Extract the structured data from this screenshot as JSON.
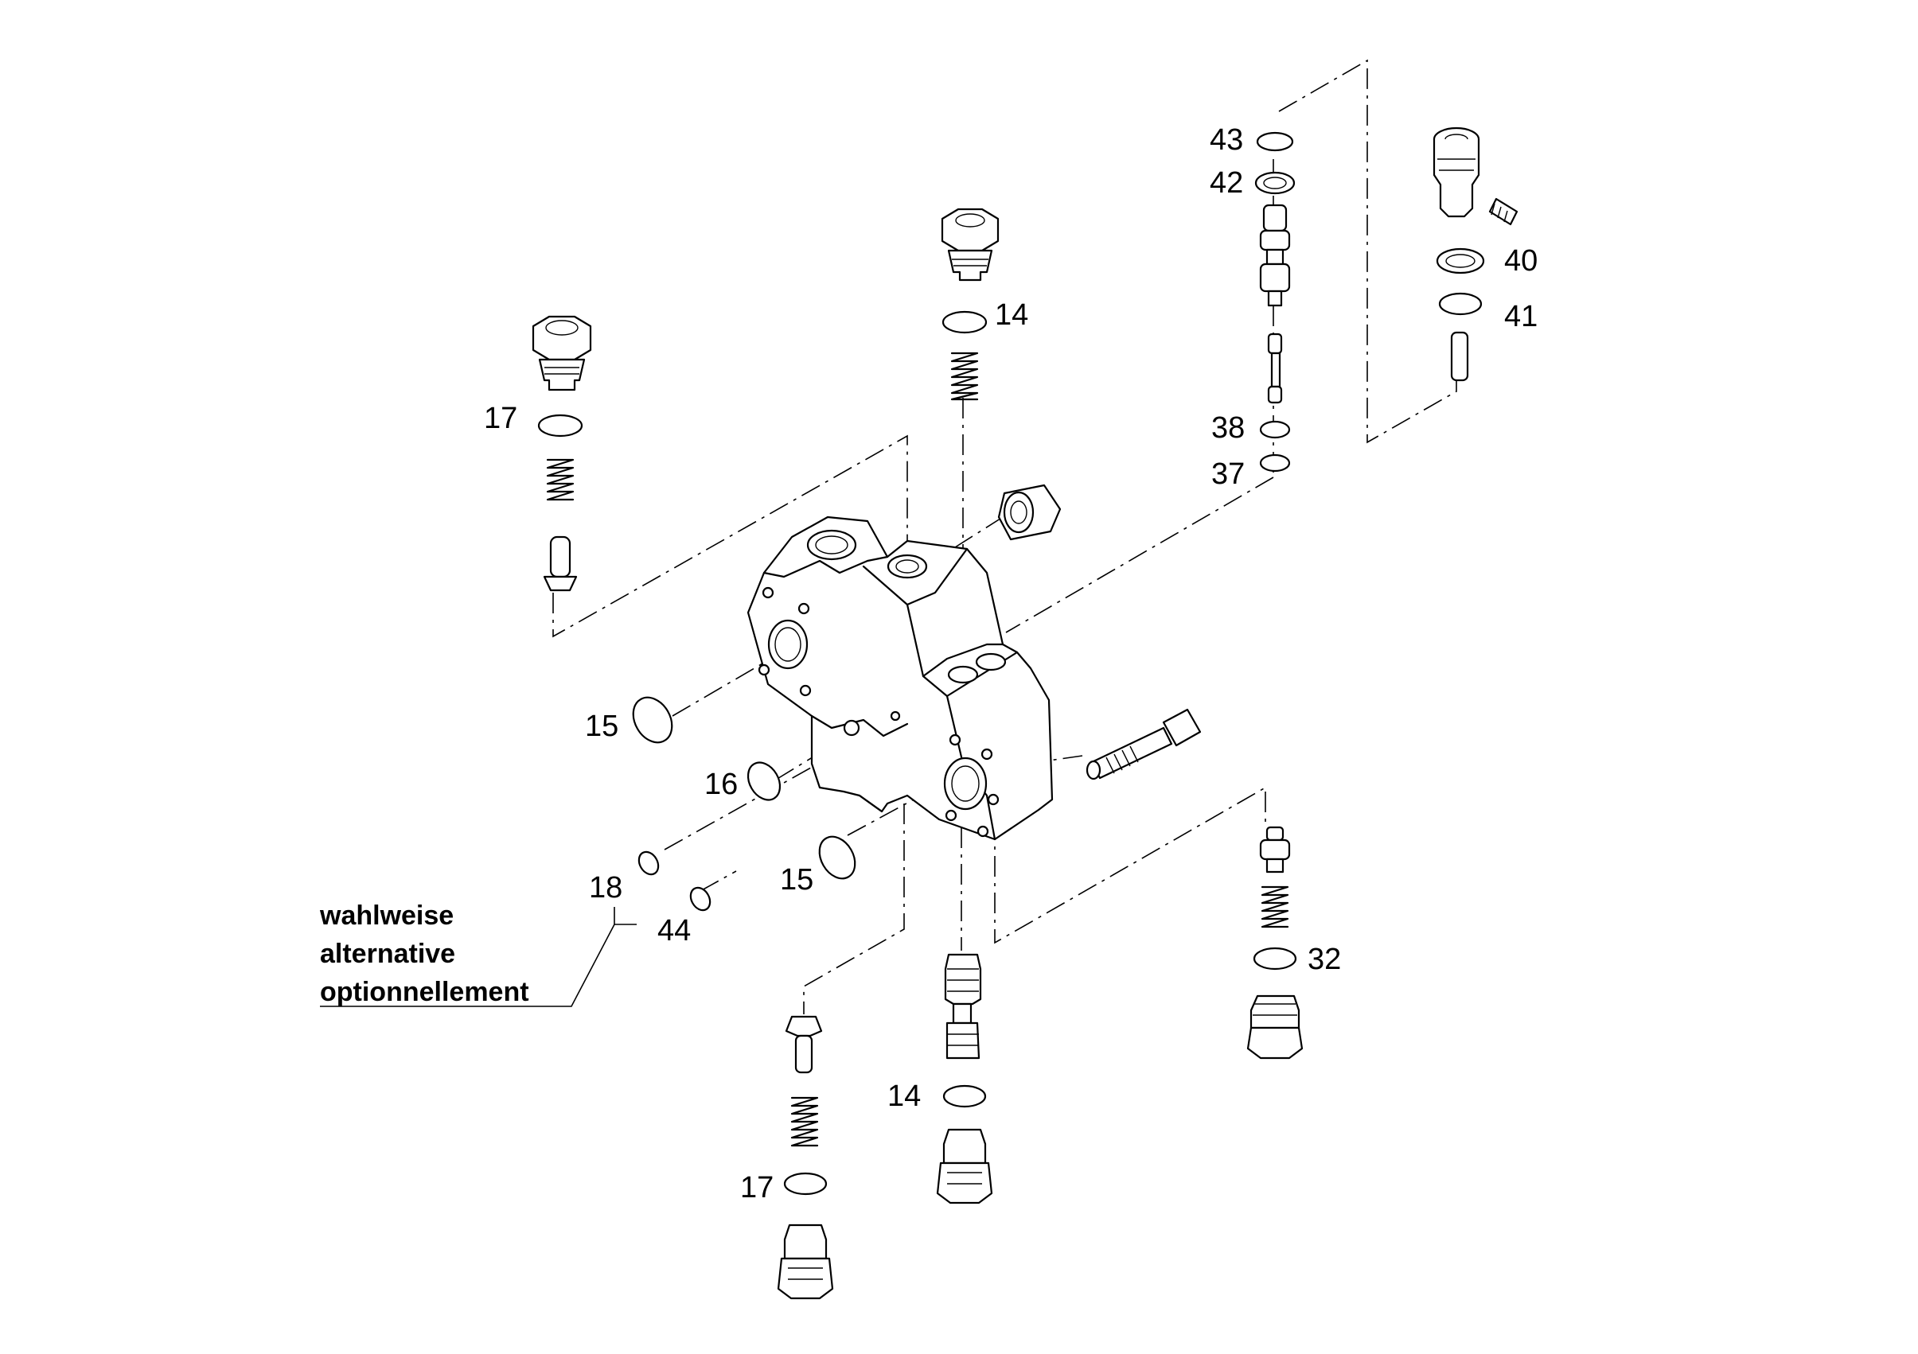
{
  "callouts": {
    "c43": "43",
    "c42": "42",
    "c40": "40",
    "c41": "41",
    "c38": "38",
    "c37": "37",
    "c14_top": "14",
    "c17_top": "17",
    "c15_left": "15",
    "c16": "16",
    "c15_lower": "15",
    "c18": "18",
    "c44": "44",
    "c32": "32",
    "c14_bottom": "14",
    "c17_bottom": "17"
  },
  "note": {
    "line1": "wahlweise",
    "line2": "alternative",
    "line3": "optionnellement"
  }
}
